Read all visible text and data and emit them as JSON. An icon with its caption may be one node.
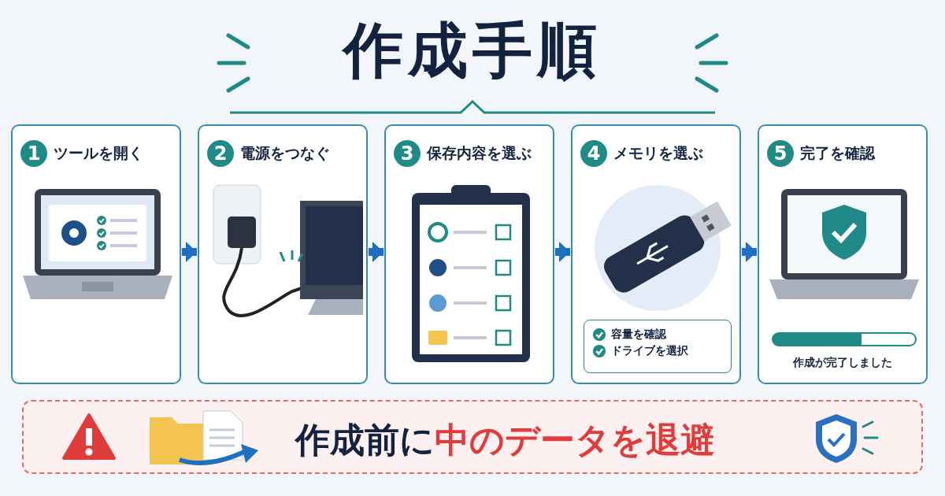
{
  "diagram": {
    "title": "作成手順",
    "nodes": [
      {
        "text": [
          "1",
          "ツールを開く"
        ]
      },
      {
        "text": [
          "2",
          "電源をつなぐ"
        ]
      },
      {
        "text": [
          "3",
          "保存内容を選ぶ"
        ]
      },
      {
        "text": [
          "4",
          "メモリを選ぶ"
        ]
      },
      {
        "text": [
          "容量を確認",
          "ドライブを選択"
        ],
        "in": 3
      },
      {
        "text": [
          "5",
          "完了を確認",
          "作成が完了しました"
        ]
      },
      {
        "text": [
          "作成前に",
          "中のデータを退避"
        ]
      }
    ],
    "edges": [
      {
        "from": 0,
        "to": 1,
        "arrow": "to"
      },
      {
        "from": 1,
        "to": 2,
        "arrow": "to"
      },
      {
        "from": 2,
        "to": 3,
        "arrow": "to"
      },
      {
        "from": 3,
        "to": 5,
        "arrow": "to"
      }
    ]
  }
}
